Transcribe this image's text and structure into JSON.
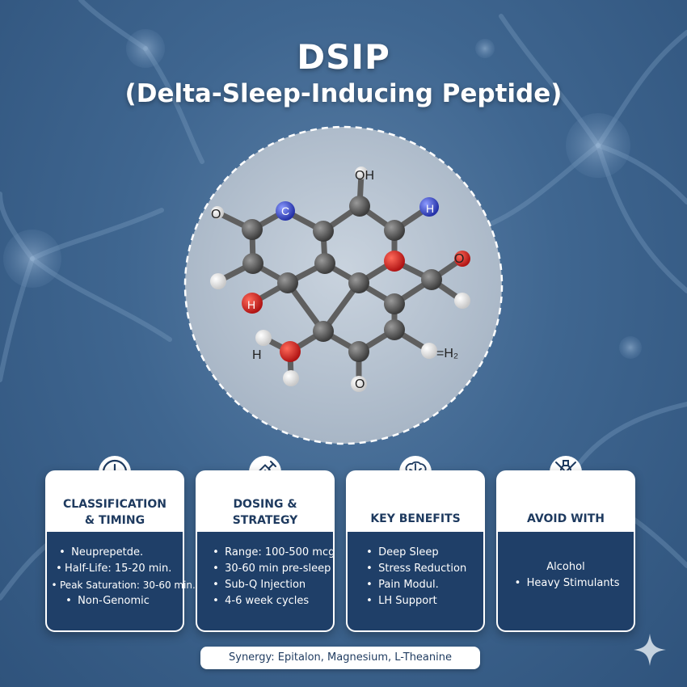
{
  "header": {
    "title": "DSIP",
    "subtitle": "(Delta-Sleep-Inducing Peptide)"
  },
  "molecule": {
    "labels": [
      "OH",
      "O",
      "C",
      "H",
      "O",
      "H",
      "H",
      "=H₂",
      "O"
    ]
  },
  "cards": [
    {
      "title_line1": "CLASSIFICATION",
      "title_line2": "& TIMING",
      "icon": "clock-icon",
      "items": [
        "Neuprepetde.",
        "Half-Life: 15-20 min.",
        "Peak Saturation: 30-60 min.",
        "Non-Genomic"
      ]
    },
    {
      "title_line1": "DOSING &",
      "title_line2": "STRATEGY",
      "icon": "syringe-icon",
      "items": [
        "Range: 100-500 mcg",
        "30-60 min pre-sleep",
        "Sub-Q Injection",
        "4-6 week cycles"
      ]
    },
    {
      "title_line1": "KEY BENEFITS",
      "icon": "brain-icon",
      "items": [
        "Deep Sleep",
        "Stress Reduction",
        "Pain Modul.",
        "LH Support"
      ]
    },
    {
      "title_line1": "AVOID WITH",
      "icon": "no-alcohol-icon",
      "items": [
        "Alcohol",
        "Heavy Stimulants"
      ]
    }
  ],
  "synergy": "Synergy: Epitalon, Magnesium, L-Theanine",
  "colors": {
    "background": "#3f6690",
    "card_header": "#1e3a5f",
    "card_body": "#1f3f68",
    "atom_carbon": "#5a5a5a",
    "atom_oxygen": "#d62828",
    "atom_nitrogen": "#3a4fd6"
  }
}
